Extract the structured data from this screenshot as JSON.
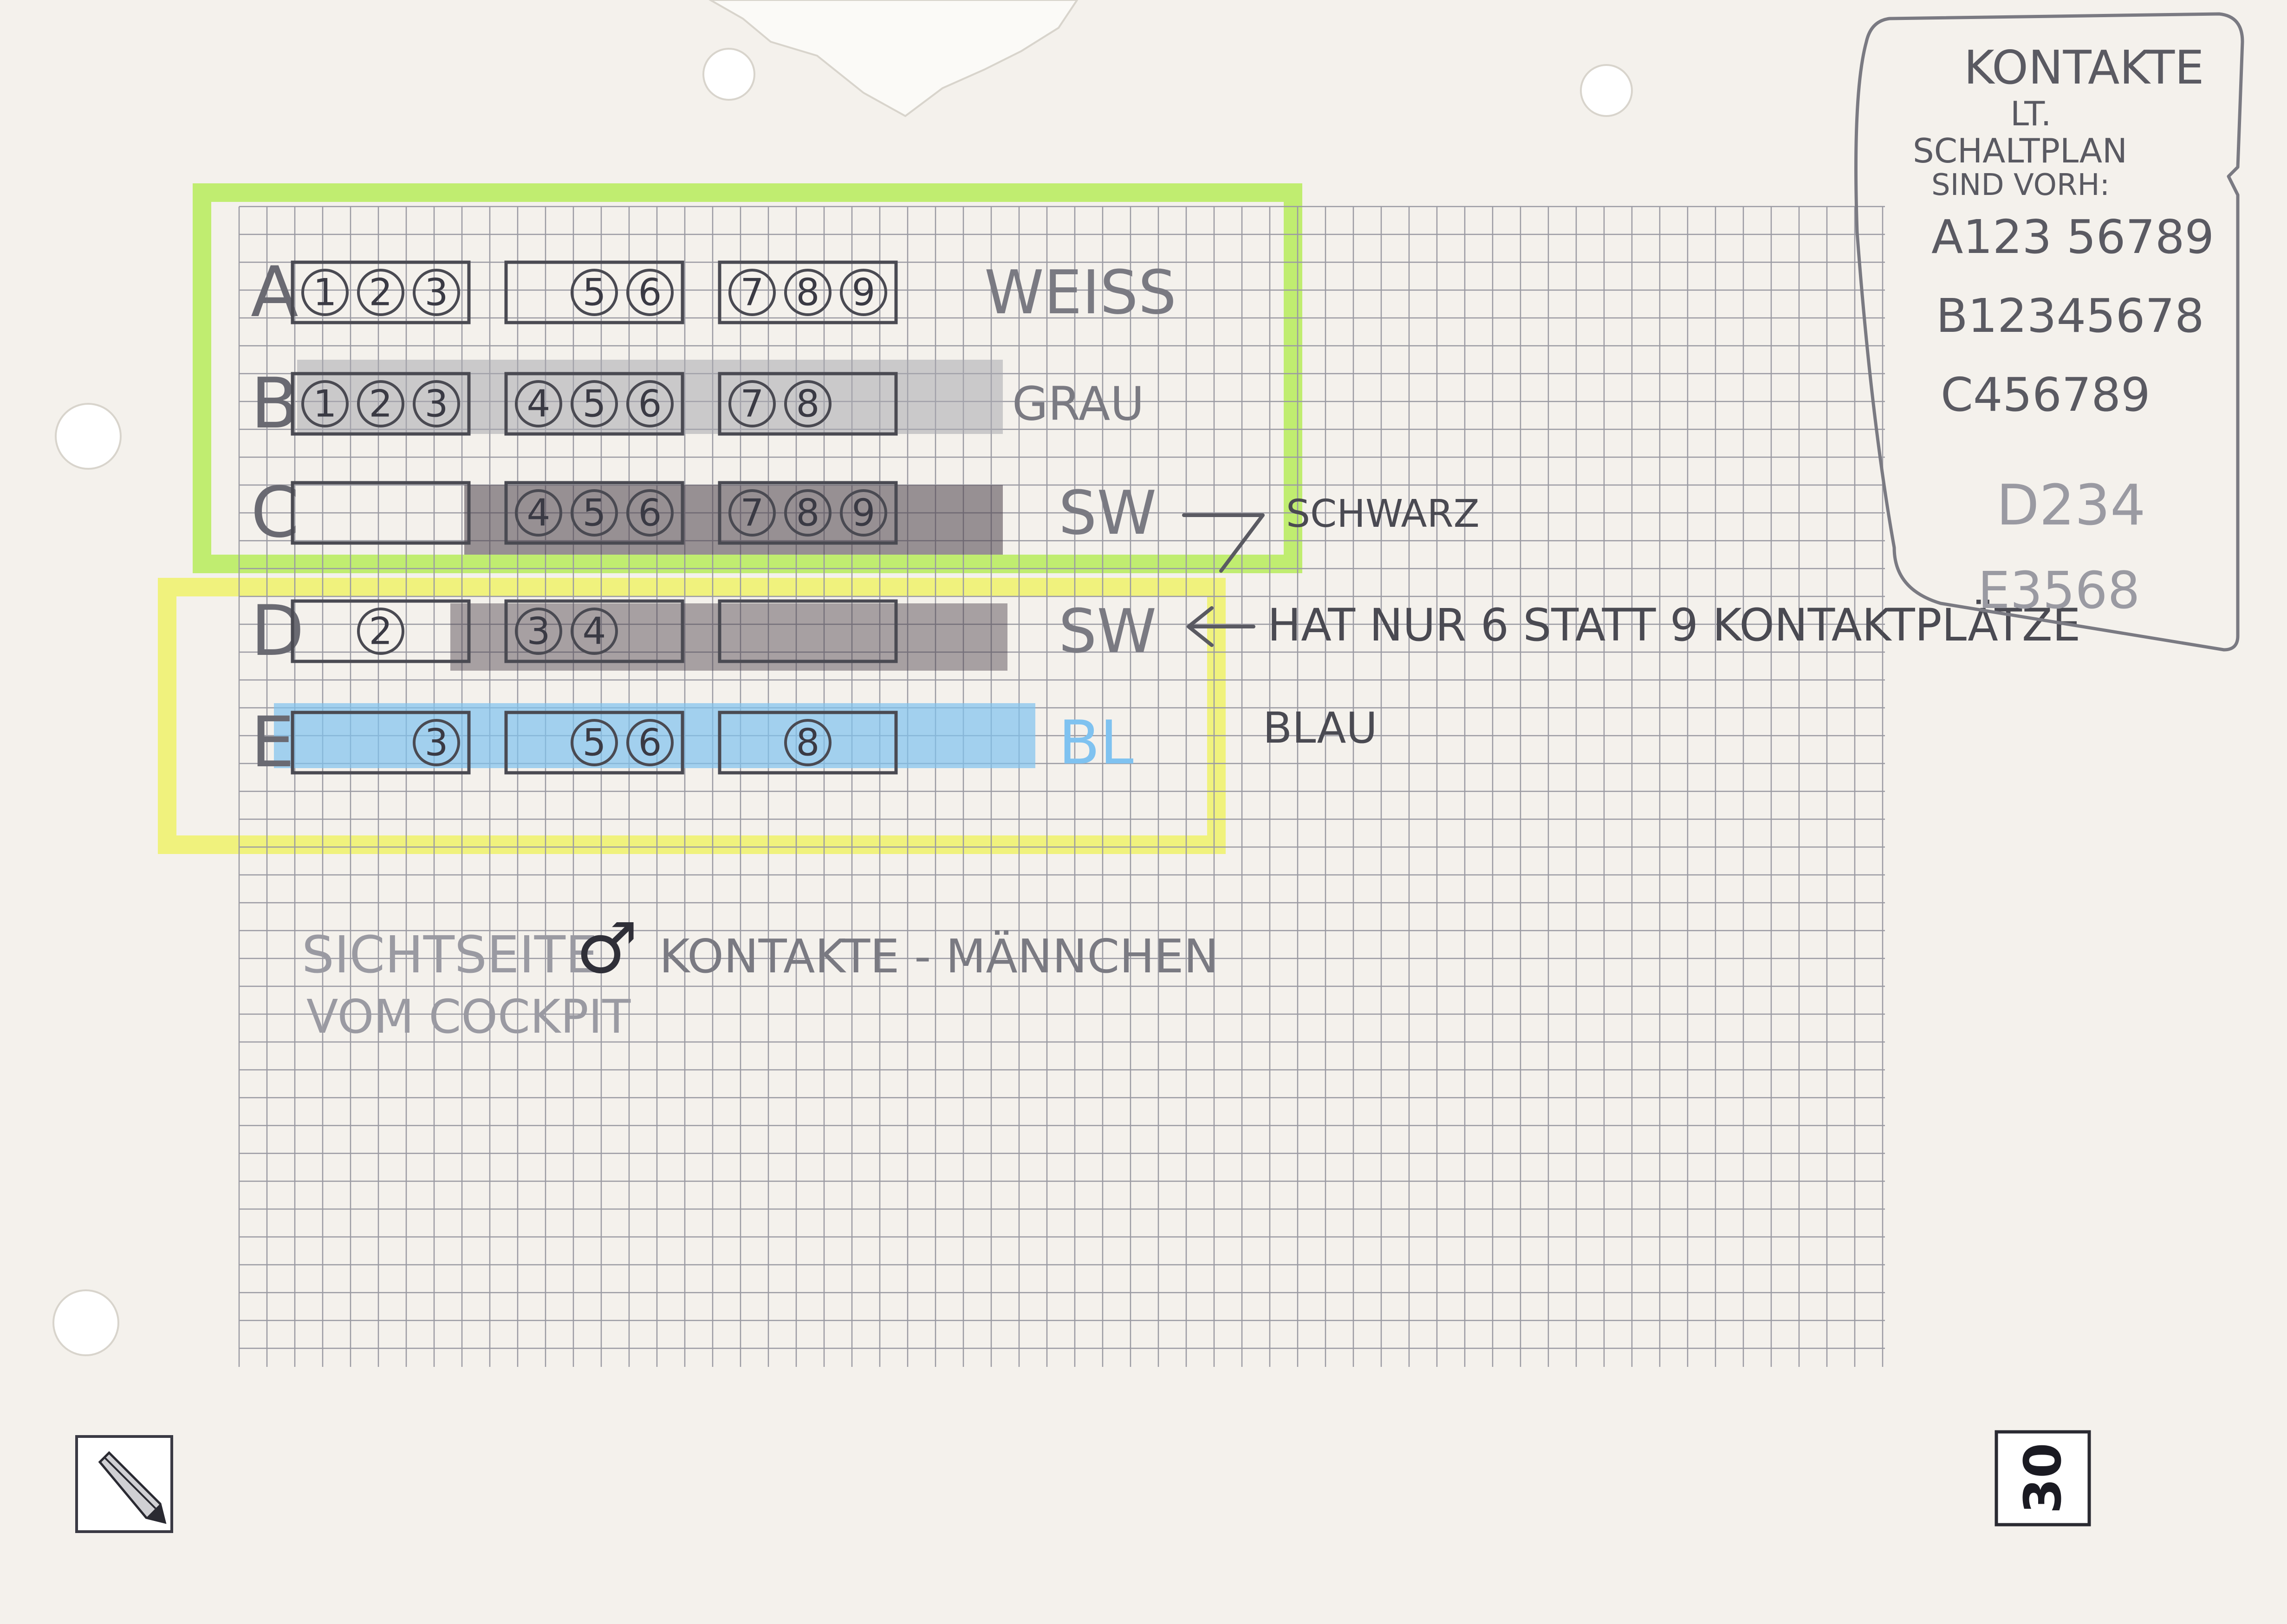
{
  "page": {
    "colors": {
      "paper": "#f4f1ec",
      "grid": "#9a9aa2",
      "pencil": "#4a4a52",
      "green_crayon": "#b6ec5a",
      "yellow_crayon": "#eef26a",
      "blue_crayon": "#7fc2f0",
      "dark_shading": "#4a3f4a",
      "grey_shading": "#a8a8ae"
    },
    "page_number": "30",
    "icons": {
      "corner": "pencil-icon"
    }
  },
  "rows": [
    {
      "letter": "A",
      "color_label": "WEISS",
      "cells": [
        "1",
        "2",
        "3",
        "",
        "5",
        "6",
        "7",
        "8",
        "9"
      ]
    },
    {
      "letter": "B",
      "color_label": "GRAU",
      "cells": [
        "1",
        "2",
        "3",
        "4",
        "5",
        "6",
        "7",
        "8",
        ""
      ]
    },
    {
      "letter": "C",
      "color_label": "SW",
      "cells": [
        "",
        "",
        "",
        "4",
        "5",
        "6",
        "7",
        "8",
        "9"
      ]
    },
    {
      "letter": "D",
      "color_label": "SW",
      "cells": [
        "",
        "2",
        "",
        "3",
        "4",
        "",
        "",
        "",
        ""
      ]
    },
    {
      "letter": "E",
      "color_label": "BL",
      "cells": [
        "",
        "",
        "3",
        "",
        "5",
        "6",
        "",
        "8",
        ""
      ]
    }
  ],
  "annotations": {
    "schwarz": "SCHWARZ",
    "hat_nur": "HAT NUR 6 STATT 9 KONTAKTPLÄTZE",
    "blau": "BLAU",
    "sichtseite": "SICHTSEITE",
    "male_symbol": "♂",
    "kontakte_maennchen": "KONTAKTE - MÄNNCHEN",
    "vom_cockpit": "VOM COCKPIT"
  },
  "note_box": {
    "title": "KONTAKTE",
    "subtitle_1": "LT.",
    "subtitle_2": "SCHALTPLAN",
    "subtitle_3": "SIND VORH:",
    "lines": [
      "A123 56789",
      "B12345678",
      "C456789",
      "D234",
      "E3568"
    ]
  }
}
